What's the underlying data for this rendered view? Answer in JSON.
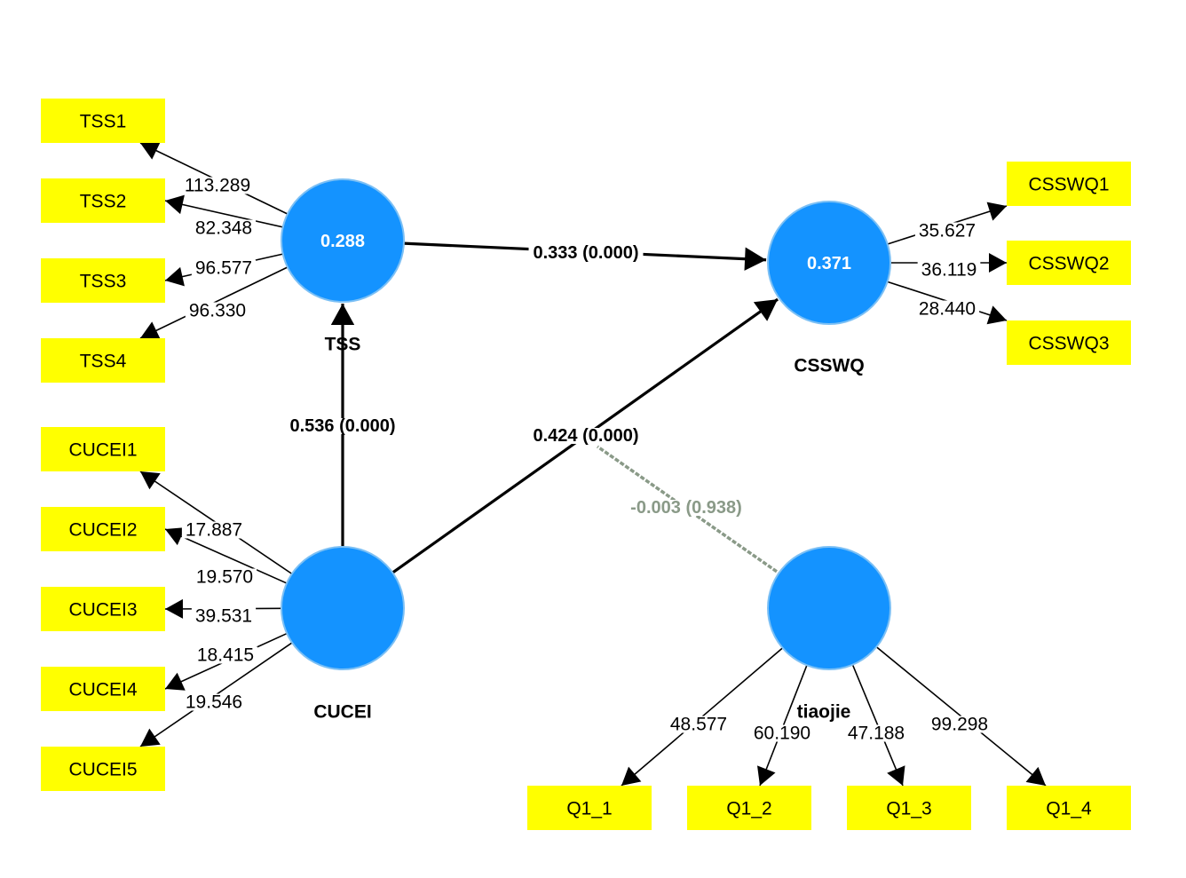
{
  "colors": {
    "construct_fill": "#1493ff",
    "construct_stroke": "#7cc0f5",
    "indicator_fill": "#ffff00",
    "path_line": "#000000",
    "moderator_line": "#8a9a88"
  },
  "constructs": [
    {
      "id": "TSS",
      "name": "TSS",
      "r2": "0.288"
    },
    {
      "id": "CSSWQ",
      "name": "CSSWQ",
      "r2": "0.371"
    },
    {
      "id": "CUCEI",
      "name": "CUCEI",
      "r2": ""
    },
    {
      "id": "tiaojie",
      "name": "tiaojie",
      "r2": ""
    }
  ],
  "indicators": {
    "TSS": [
      {
        "label": "TSS1",
        "loading": "113.289"
      },
      {
        "label": "TSS2",
        "loading": "82.348"
      },
      {
        "label": "TSS3",
        "loading": "96.577"
      },
      {
        "label": "TSS4",
        "loading": "96.330"
      }
    ],
    "CUCEI": [
      {
        "label": "CUCEI1",
        "loading": "17.887"
      },
      {
        "label": "CUCEI2",
        "loading": "19.570"
      },
      {
        "label": "CUCEI3",
        "loading": "39.531"
      },
      {
        "label": "CUCEI4",
        "loading": "18.415"
      },
      {
        "label": "CUCEI5",
        "loading": "19.546"
      }
    ],
    "CSSWQ": [
      {
        "label": "CSSWQ1",
        "loading": "35.627"
      },
      {
        "label": "CSSWQ2",
        "loading": "36.119"
      },
      {
        "label": "CSSWQ3",
        "loading": "28.440"
      }
    ],
    "tiaojie": [
      {
        "label": "Q1_1",
        "loading": "48.577"
      },
      {
        "label": "Q1_2",
        "loading": "60.190"
      },
      {
        "label": "Q1_3",
        "loading": "47.188"
      },
      {
        "label": "Q1_4",
        "loading": "99.298"
      }
    ]
  },
  "paths": [
    {
      "from": "TSS",
      "to": "CSSWQ",
      "label": "0.333 (0.000)"
    },
    {
      "from": "CUCEI",
      "to": "TSS",
      "label": "0.536 (0.000)"
    },
    {
      "from": "CUCEI",
      "to": "CSSWQ",
      "label": "0.424 (0.000)"
    },
    {
      "from": "tiaojie",
      "to": "CUCEI-CSSWQ",
      "label": "-0.003 (0.938)",
      "moderating": true
    }
  ]
}
